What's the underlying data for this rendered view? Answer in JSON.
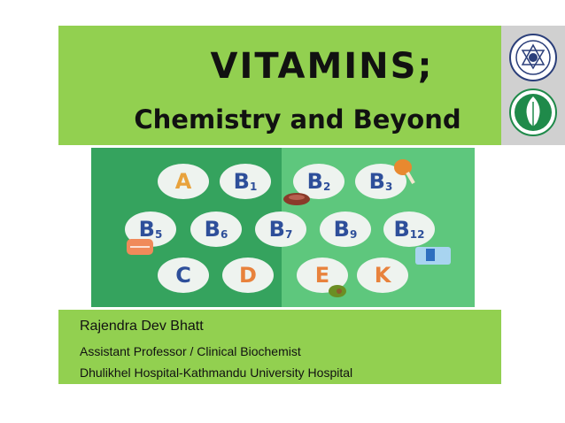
{
  "title": {
    "main": "VITAMINS;",
    "subtitle": "Chemistry and Beyond"
  },
  "vitamins": [
    {
      "letter": "A",
      "sub": "",
      "color": "#e8a23c"
    },
    {
      "letter": "B",
      "sub": "1",
      "color": "#2e4f9a"
    },
    {
      "letter": "B",
      "sub": "2",
      "color": "#2e4f9a"
    },
    {
      "letter": "B",
      "sub": "3",
      "color": "#2e4f9a"
    },
    {
      "letter": "B",
      "sub": "5",
      "color": "#2e4f9a"
    },
    {
      "letter": "B",
      "sub": "6",
      "color": "#2e4f9a"
    },
    {
      "letter": "B",
      "sub": "7",
      "color": "#2e4f9a"
    },
    {
      "letter": "B",
      "sub": "9",
      "color": "#2e4f9a"
    },
    {
      "letter": "B",
      "sub": "12",
      "color": "#2e4f9a"
    },
    {
      "letter": "C",
      "sub": "",
      "color": "#2e4f9a"
    },
    {
      "letter": "D",
      "sub": "",
      "color": "#e8823c"
    },
    {
      "letter": "E",
      "sub": "",
      "color": "#e8823c"
    },
    {
      "letter": "K",
      "sub": "",
      "color": "#e8823c"
    }
  ],
  "author": {
    "name": "Rajendra Dev Bhatt",
    "role": "Assistant Professor / Clinical Biochemist",
    "affiliation": "Dhulikhel Hospital-Kathmandu University Hospital"
  },
  "colors": {
    "band": "#92d050",
    "panel_left": "#35a35e",
    "panel_right": "#5ec77d"
  }
}
